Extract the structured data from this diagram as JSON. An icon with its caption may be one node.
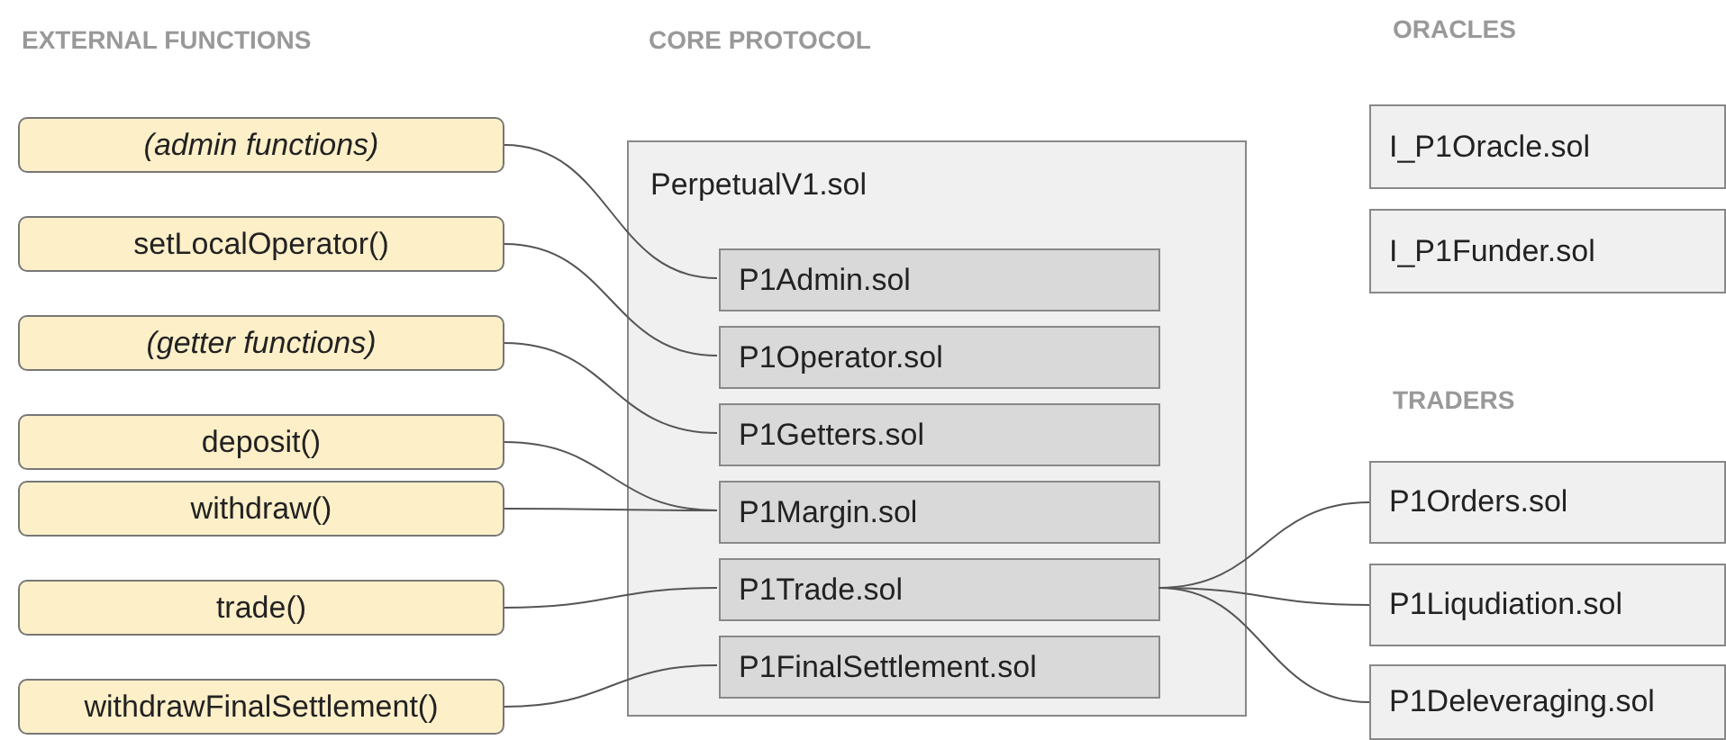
{
  "diagram": {
    "nodes": [
      {
        "text": [
          "(admin functions)"
        ]
      },
      {
        "text": [
          "setLocalOperator()"
        ]
      },
      {
        "text": [
          "(getter functions)"
        ]
      },
      {
        "text": [
          "deposit()"
        ]
      },
      {
        "text": [
          "withdraw()"
        ]
      },
      {
        "text": [
          "trade()"
        ]
      },
      {
        "text": [
          "withdrawFinalSettlement()"
        ]
      },
      {
        "text": [
          "PerpetualV1.sol"
        ]
      },
      {
        "text": [
          "P1Admin.sol"
        ],
        "in": 7
      },
      {
        "text": [
          "P1Operator.sol"
        ],
        "in": 7
      },
      {
        "text": [
          "P1Getters.sol"
        ],
        "in": 7
      },
      {
        "text": [
          "P1Margin.sol"
        ],
        "in": 7
      },
      {
        "text": [
          "P1Trade.sol"
        ],
        "in": 7
      },
      {
        "text": [
          "P1FinalSettlement.sol"
        ],
        "in": 7
      },
      {
        "text": [
          "I_P1Oracle.sol"
        ]
      },
      {
        "text": [
          "I_P1Funder.sol"
        ]
      },
      {
        "text": [
          "P1Orders.sol"
        ]
      },
      {
        "text": [
          "P1Liqudiation.sol"
        ]
      },
      {
        "text": [
          "P1Deleveraging.sol"
        ]
      }
    ],
    "edges": [
      {
        "from": 0,
        "to": 8,
        "arrow": "none"
      },
      {
        "from": 1,
        "to": 9,
        "arrow": "none"
      },
      {
        "from": 2,
        "to": 10,
        "arrow": "none"
      },
      {
        "from": 3,
        "to": 11,
        "arrow": "none"
      },
      {
        "from": 4,
        "to": 11,
        "arrow": "none"
      },
      {
        "from": 5,
        "to": 12,
        "arrow": "none"
      },
      {
        "from": 6,
        "to": 13,
        "arrow": "none"
      },
      {
        "from": 12,
        "to": 16,
        "arrow": "none"
      },
      {
        "from": 12,
        "to": 17,
        "arrow": "none"
      },
      {
        "from": 12,
        "to": 18,
        "arrow": "none"
      }
    ],
    "labels": [
      "EXTERNAL FUNCTIONS",
      "CORE PROTOCOL",
      "ORACLES",
      "TRADERS"
    ]
  }
}
